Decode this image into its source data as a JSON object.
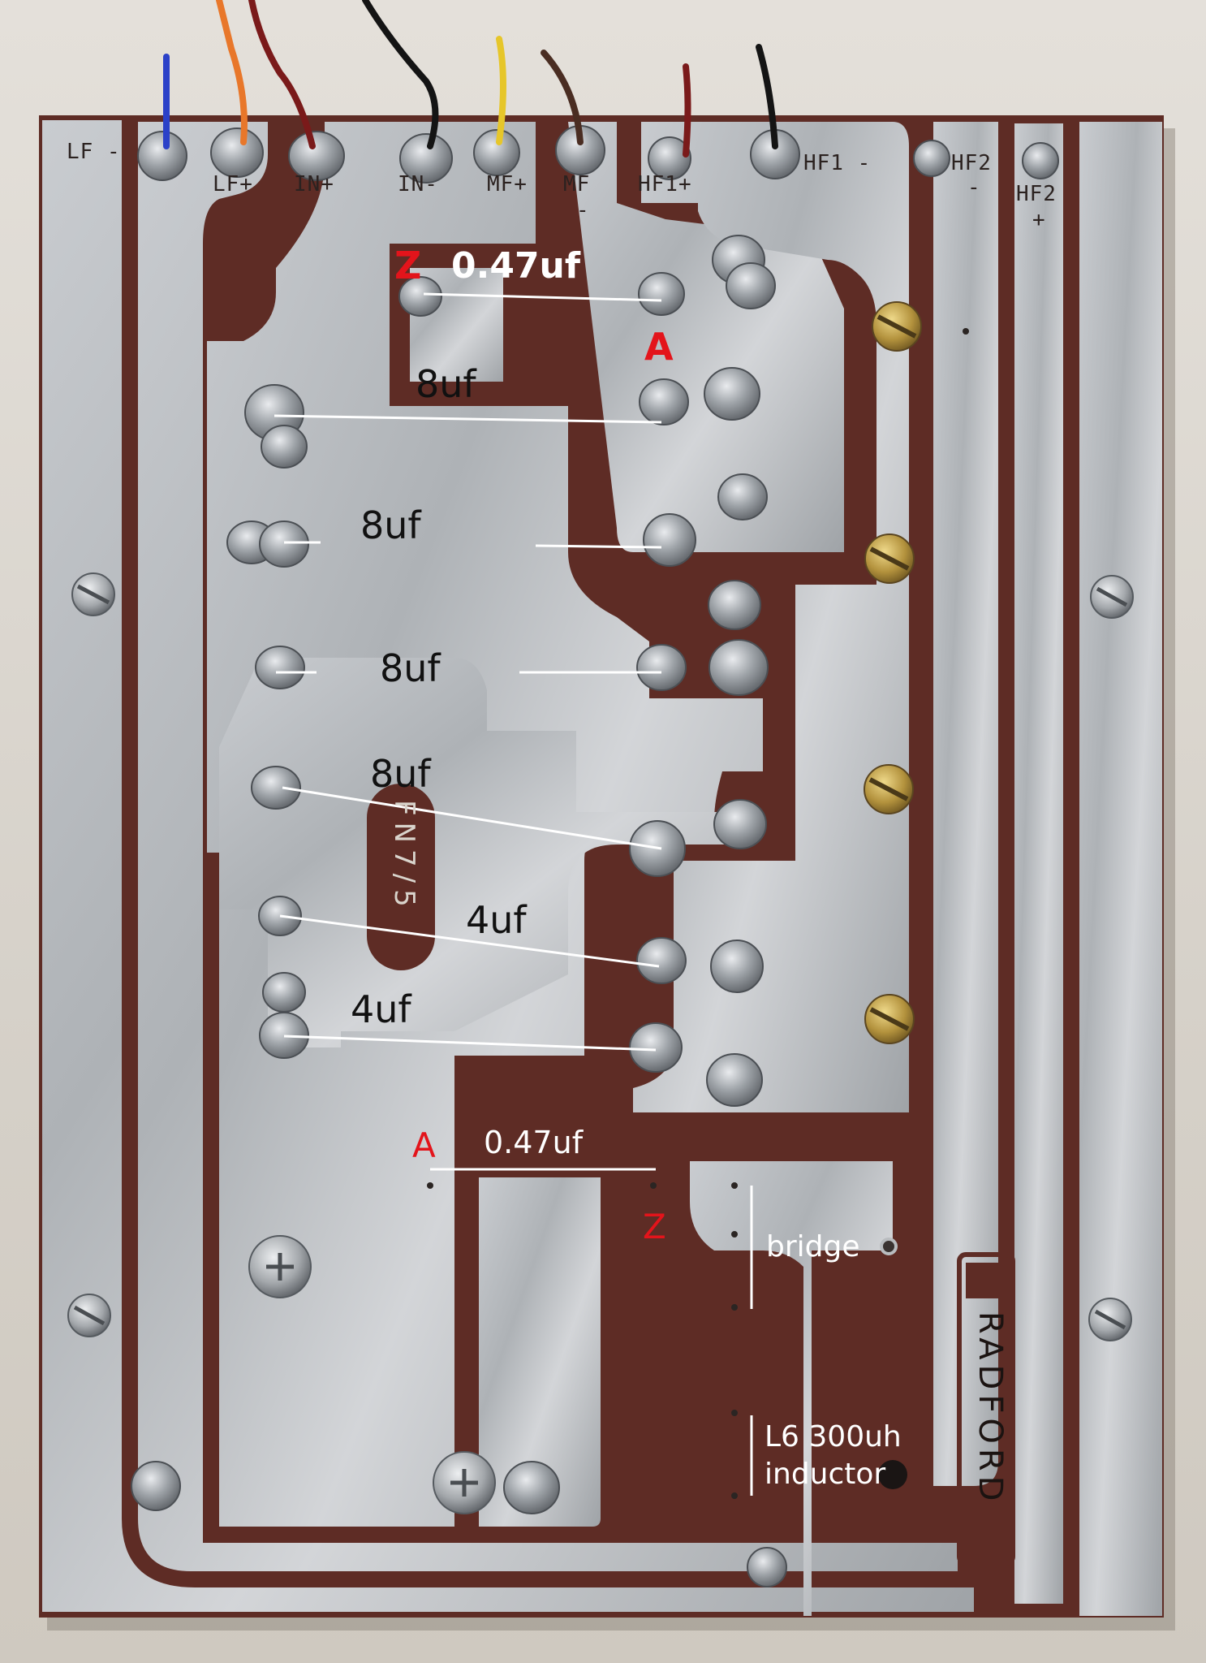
{
  "silkscreen": {
    "lf_minus": "LF -",
    "lf_plus": "LF+",
    "in_plus": "IN+",
    "in_minus": "IN-",
    "mf_plus": "MF+",
    "mf_minus": "MF",
    "mf_minus_sign": "-",
    "hf1_plus": "HF1+",
    "hf1_minus": "HF1 -",
    "hf2_minus": "HF2",
    "hf2_minus_sign": "-",
    "hf2_plus": "HF2",
    "hf2_plus_sign": "+",
    "part_number": "FN7/5",
    "brand": "RADFORD"
  },
  "annotations": {
    "top_cap_marker": "Z",
    "top_cap_value": "0.47uf",
    "top_cap_marker_a": "A",
    "cap1": "8uf",
    "cap2": "8uf",
    "cap3": "8uf",
    "cap4": "8uf",
    "cap5": "4uf",
    "cap6": "4uf",
    "bottom_cap_marker_a": "A",
    "bottom_cap_value": "0.47uf",
    "bottom_cap_marker_z": "Z",
    "bridge_label": "bridge",
    "inductor_line1": "L6 300uh",
    "inductor_line2": "inductor"
  },
  "colors": {
    "marker_red": "#e3141b",
    "annotation_line": "#ffffff",
    "board_substrate": "#5e2c25",
    "copper_foil": "#b9bcbf",
    "wall": "#d8d3cb",
    "wire_blue": "#2b41c8",
    "wire_orange": "#e8772a",
    "wire_red": "#7a1a1a",
    "wire_black": "#141414",
    "wire_yellow": "#e6c62a",
    "wire_brown": "#4a2d22"
  }
}
